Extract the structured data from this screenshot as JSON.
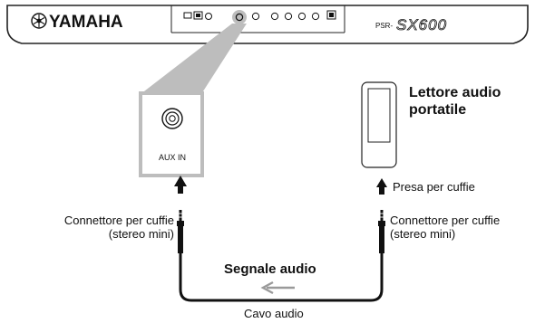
{
  "keyboard": {
    "brand": "YAMAHA",
    "model_prefix": "PSR-",
    "model_suffix": "SX600"
  },
  "aux_panel": {
    "jack_label": "AUX IN"
  },
  "device": {
    "name_line1": "Lettore audio",
    "name_line2": "portatile",
    "headphone_jack_label": "Presa per cuffie"
  },
  "left_connector": {
    "line1": "Connettore per cuffie",
    "line2": "(stereo mini)"
  },
  "right_connector": {
    "line1": "Connettore per cuffie",
    "line2": "(stereo mini)"
  },
  "signal_label": "Segnale audio",
  "cable_label": "Cavo audio"
}
